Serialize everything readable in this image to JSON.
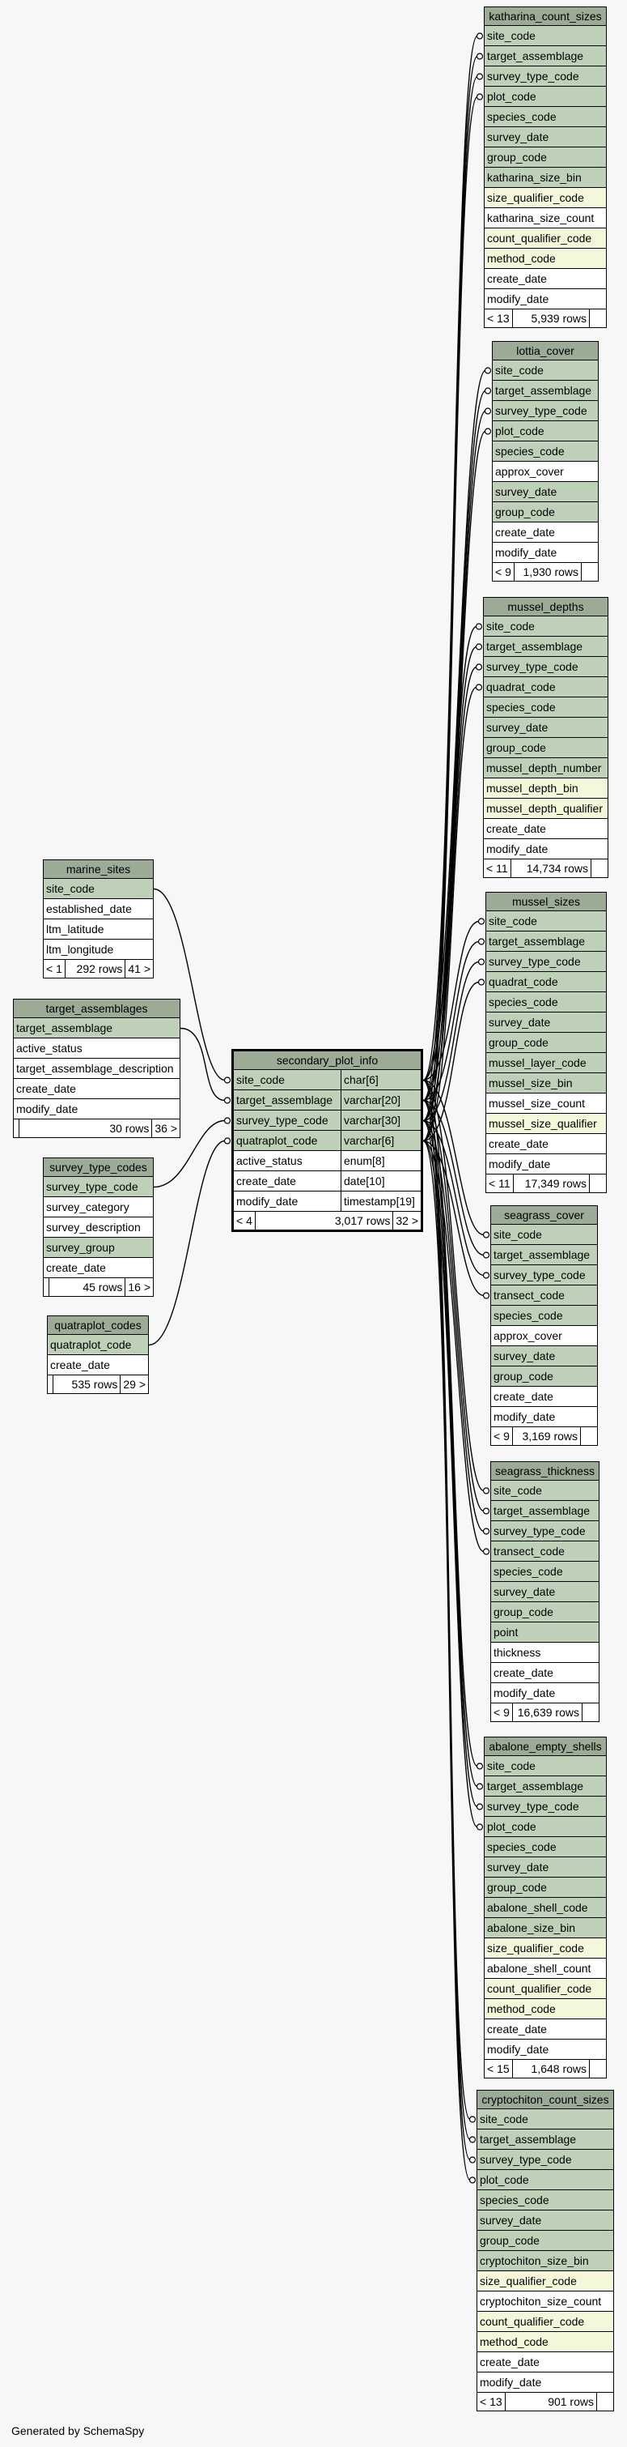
{
  "generated_by": "Generated by SchemaSpy",
  "tables": [
    {
      "id": "katharina_count_sizes",
      "title": "katharina_count_sizes",
      "columns": [
        {
          "name": "site_code",
          "kind": "pk"
        },
        {
          "name": "target_assemblage",
          "kind": "pk"
        },
        {
          "name": "survey_type_code",
          "kind": "pk"
        },
        {
          "name": "plot_code",
          "kind": "pk"
        },
        {
          "name": "species_code",
          "kind": "pk"
        },
        {
          "name": "survey_date",
          "kind": "pk"
        },
        {
          "name": "group_code",
          "kind": "pk"
        },
        {
          "name": "katharina_size_bin",
          "kind": "pk"
        },
        {
          "name": "size_qualifier_code",
          "kind": "ix"
        },
        {
          "name": "katharina_size_count",
          "kind": "plain"
        },
        {
          "name": "count_qualifier_code",
          "kind": "ix"
        },
        {
          "name": "method_code",
          "kind": "ix"
        },
        {
          "name": "create_date",
          "kind": "plain"
        },
        {
          "name": "modify_date",
          "kind": "plain"
        }
      ],
      "footer": {
        "parents": "< 13",
        "rows": "5,939 rows",
        "children": ""
      }
    },
    {
      "id": "lottia_cover",
      "title": "lottia_cover",
      "columns": [
        {
          "name": "site_code",
          "kind": "pk"
        },
        {
          "name": "target_assemblage",
          "kind": "pk"
        },
        {
          "name": "survey_type_code",
          "kind": "pk"
        },
        {
          "name": "plot_code",
          "kind": "pk"
        },
        {
          "name": "species_code",
          "kind": "pk"
        },
        {
          "name": "approx_cover",
          "kind": "plain"
        },
        {
          "name": "survey_date",
          "kind": "pk"
        },
        {
          "name": "group_code",
          "kind": "pk"
        },
        {
          "name": "create_date",
          "kind": "plain"
        },
        {
          "name": "modify_date",
          "kind": "plain"
        }
      ],
      "footer": {
        "parents": "< 9",
        "rows": "1,930 rows",
        "children": ""
      }
    },
    {
      "id": "mussel_depths",
      "title": "mussel_depths",
      "columns": [
        {
          "name": "site_code",
          "kind": "pk"
        },
        {
          "name": "target_assemblage",
          "kind": "pk"
        },
        {
          "name": "survey_type_code",
          "kind": "pk"
        },
        {
          "name": "quadrat_code",
          "kind": "pk"
        },
        {
          "name": "species_code",
          "kind": "pk"
        },
        {
          "name": "survey_date",
          "kind": "pk"
        },
        {
          "name": "group_code",
          "kind": "pk"
        },
        {
          "name": "mussel_depth_number",
          "kind": "pk"
        },
        {
          "name": "mussel_depth_bin",
          "kind": "ix"
        },
        {
          "name": "mussel_depth_qualifier",
          "kind": "ix"
        },
        {
          "name": "create_date",
          "kind": "plain"
        },
        {
          "name": "modify_date",
          "kind": "plain"
        }
      ],
      "footer": {
        "parents": "< 11",
        "rows": "14,734 rows",
        "children": ""
      }
    },
    {
      "id": "mussel_sizes",
      "title": "mussel_sizes",
      "columns": [
        {
          "name": "site_code",
          "kind": "pk"
        },
        {
          "name": "target_assemblage",
          "kind": "pk"
        },
        {
          "name": "survey_type_code",
          "kind": "pk"
        },
        {
          "name": "quadrat_code",
          "kind": "pk"
        },
        {
          "name": "species_code",
          "kind": "pk"
        },
        {
          "name": "survey_date",
          "kind": "pk"
        },
        {
          "name": "group_code",
          "kind": "pk"
        },
        {
          "name": "mussel_layer_code",
          "kind": "pk"
        },
        {
          "name": "mussel_size_bin",
          "kind": "pk"
        },
        {
          "name": "mussel_size_count",
          "kind": "plain"
        },
        {
          "name": "mussel_size_qualifier",
          "kind": "ix"
        },
        {
          "name": "create_date",
          "kind": "plain"
        },
        {
          "name": "modify_date",
          "kind": "plain"
        }
      ],
      "footer": {
        "parents": "< 11",
        "rows": "17,349 rows",
        "children": ""
      }
    },
    {
      "id": "seagrass_cover",
      "title": "seagrass_cover",
      "columns": [
        {
          "name": "site_code",
          "kind": "pk"
        },
        {
          "name": "target_assemblage",
          "kind": "pk"
        },
        {
          "name": "survey_type_code",
          "kind": "pk"
        },
        {
          "name": "transect_code",
          "kind": "pk"
        },
        {
          "name": "species_code",
          "kind": "pk"
        },
        {
          "name": "approx_cover",
          "kind": "plain"
        },
        {
          "name": "survey_date",
          "kind": "pk"
        },
        {
          "name": "group_code",
          "kind": "pk"
        },
        {
          "name": "create_date",
          "kind": "plain"
        },
        {
          "name": "modify_date",
          "kind": "plain"
        }
      ],
      "footer": {
        "parents": "< 9",
        "rows": "3,169 rows",
        "children": ""
      }
    },
    {
      "id": "seagrass_thickness",
      "title": "seagrass_thickness",
      "columns": [
        {
          "name": "site_code",
          "kind": "pk"
        },
        {
          "name": "target_assemblage",
          "kind": "pk"
        },
        {
          "name": "survey_type_code",
          "kind": "pk"
        },
        {
          "name": "transect_code",
          "kind": "pk"
        },
        {
          "name": "species_code",
          "kind": "pk"
        },
        {
          "name": "survey_date",
          "kind": "pk"
        },
        {
          "name": "group_code",
          "kind": "pk"
        },
        {
          "name": "point",
          "kind": "pk"
        },
        {
          "name": "thickness",
          "kind": "plain"
        },
        {
          "name": "create_date",
          "kind": "plain"
        },
        {
          "name": "modify_date",
          "kind": "plain"
        }
      ],
      "footer": {
        "parents": "< 9",
        "rows": "16,639 rows",
        "children": ""
      }
    },
    {
      "id": "abalone_empty_shells",
      "title": "abalone_empty_shells",
      "columns": [
        {
          "name": "site_code",
          "kind": "pk"
        },
        {
          "name": "target_assemblage",
          "kind": "pk"
        },
        {
          "name": "survey_type_code",
          "kind": "pk"
        },
        {
          "name": "plot_code",
          "kind": "pk"
        },
        {
          "name": "species_code",
          "kind": "pk"
        },
        {
          "name": "survey_date",
          "kind": "pk"
        },
        {
          "name": "group_code",
          "kind": "pk"
        },
        {
          "name": "abalone_shell_code",
          "kind": "pk"
        },
        {
          "name": "abalone_size_bin",
          "kind": "pk"
        },
        {
          "name": "size_qualifier_code",
          "kind": "ix"
        },
        {
          "name": "abalone_shell_count",
          "kind": "plain"
        },
        {
          "name": "count_qualifier_code",
          "kind": "ix"
        },
        {
          "name": "method_code",
          "kind": "ix"
        },
        {
          "name": "create_date",
          "kind": "plain"
        },
        {
          "name": "modify_date",
          "kind": "plain"
        }
      ],
      "footer": {
        "parents": "< 15",
        "rows": "1,648 rows",
        "children": ""
      }
    },
    {
      "id": "cryptochiton_count_sizes",
      "title": "cryptochiton_count_sizes",
      "columns": [
        {
          "name": "site_code",
          "kind": "pk"
        },
        {
          "name": "target_assemblage",
          "kind": "pk"
        },
        {
          "name": "survey_type_code",
          "kind": "pk"
        },
        {
          "name": "plot_code",
          "kind": "pk"
        },
        {
          "name": "species_code",
          "kind": "pk"
        },
        {
          "name": "survey_date",
          "kind": "pk"
        },
        {
          "name": "group_code",
          "kind": "pk"
        },
        {
          "name": "cryptochiton_size_bin",
          "kind": "pk"
        },
        {
          "name": "size_qualifier_code",
          "kind": "ix"
        },
        {
          "name": "cryptochiton_size_count",
          "kind": "plain"
        },
        {
          "name": "count_qualifier_code",
          "kind": "ix"
        },
        {
          "name": "method_code",
          "kind": "ix"
        },
        {
          "name": "create_date",
          "kind": "plain"
        },
        {
          "name": "modify_date",
          "kind": "plain"
        }
      ],
      "footer": {
        "parents": "< 13",
        "rows": "901 rows",
        "children": ""
      }
    },
    {
      "id": "marine_sites",
      "title": "marine_sites",
      "columns": [
        {
          "name": "site_code",
          "kind": "pk"
        },
        {
          "name": "established_date",
          "kind": "plain"
        },
        {
          "name": "ltm_latitude",
          "kind": "plain"
        },
        {
          "name": "ltm_longitude",
          "kind": "plain"
        }
      ],
      "footer": {
        "parents": "< 1",
        "rows": "292 rows",
        "children": "41 >"
      }
    },
    {
      "id": "target_assemblages",
      "title": "target_assemblages",
      "columns": [
        {
          "name": "target_assemblage",
          "kind": "pk"
        },
        {
          "name": "active_status",
          "kind": "plain"
        },
        {
          "name": "target_assemblage_description",
          "kind": "plain"
        },
        {
          "name": "create_date",
          "kind": "plain"
        },
        {
          "name": "modify_date",
          "kind": "plain"
        }
      ],
      "footer": {
        "parents": "",
        "rows": "30 rows",
        "children": "36 >"
      }
    },
    {
      "id": "survey_type_codes",
      "title": "survey_type_codes",
      "columns": [
        {
          "name": "survey_type_code",
          "kind": "pk"
        },
        {
          "name": "survey_category",
          "kind": "plain"
        },
        {
          "name": "survey_description",
          "kind": "plain"
        },
        {
          "name": "survey_group",
          "kind": "pk"
        },
        {
          "name": "create_date",
          "kind": "plain"
        }
      ],
      "footer": {
        "parents": "",
        "rows": "45 rows",
        "children": "16 >"
      }
    },
    {
      "id": "quatraplot_codes",
      "title": "quatraplot_codes",
      "columns": [
        {
          "name": "quatraplot_code",
          "kind": "pk"
        },
        {
          "name": "create_date",
          "kind": "plain"
        }
      ],
      "footer": {
        "parents": "",
        "rows": "535 rows",
        "children": "29 >"
      }
    },
    {
      "id": "secondary_plot_info",
      "title": "secondary_plot_info",
      "center": true,
      "columns": [
        {
          "name": "site_code",
          "type": "char[6]",
          "kind": "pk"
        },
        {
          "name": "target_assemblage",
          "type": "varchar[20]",
          "kind": "pk"
        },
        {
          "name": "survey_type_code",
          "type": "varchar[30]",
          "kind": "pk"
        },
        {
          "name": "quatraplot_code",
          "type": "varchar[6]",
          "kind": "pk"
        },
        {
          "name": "active_status",
          "type": "enum[8]",
          "kind": "plain"
        },
        {
          "name": "create_date",
          "type": "date[10]",
          "kind": "plain"
        },
        {
          "name": "modify_date",
          "type": "timestamp[19]",
          "kind": "plain"
        }
      ],
      "footer": {
        "parents": "< 4",
        "rows": "3,017 rows",
        "children": "32 >"
      }
    }
  ],
  "relationships": [
    {
      "from": "marine_sites",
      "from_col": 0,
      "to": "secondary_plot_info",
      "to_col": 0
    },
    {
      "from": "target_assemblages",
      "from_col": 0,
      "to": "secondary_plot_info",
      "to_col": 1
    },
    {
      "from": "survey_type_codes",
      "from_col": 0,
      "to": "secondary_plot_info",
      "to_col": 2
    },
    {
      "from": "quatraplot_codes",
      "from_col": 0,
      "to": "secondary_plot_info",
      "to_col": 3
    },
    {
      "from": "secondary_plot_info",
      "from_col": 0,
      "to": "katharina_count_sizes",
      "to_col": 0
    },
    {
      "from": "secondary_plot_info",
      "from_col": 1,
      "to": "katharina_count_sizes",
      "to_col": 1
    },
    {
      "from": "secondary_plot_info",
      "from_col": 2,
      "to": "katharina_count_sizes",
      "to_col": 2
    },
    {
      "from": "secondary_plot_info",
      "from_col": 3,
      "to": "katharina_count_sizes",
      "to_col": 3
    },
    {
      "from": "secondary_plot_info",
      "from_col": 0,
      "to": "lottia_cover",
      "to_col": 0
    },
    {
      "from": "secondary_plot_info",
      "from_col": 1,
      "to": "lottia_cover",
      "to_col": 1
    },
    {
      "from": "secondary_plot_info",
      "from_col": 2,
      "to": "lottia_cover",
      "to_col": 2
    },
    {
      "from": "secondary_plot_info",
      "from_col": 3,
      "to": "lottia_cover",
      "to_col": 3
    },
    {
      "from": "secondary_plot_info",
      "from_col": 0,
      "to": "mussel_depths",
      "to_col": 0
    },
    {
      "from": "secondary_plot_info",
      "from_col": 1,
      "to": "mussel_depths",
      "to_col": 1
    },
    {
      "from": "secondary_plot_info",
      "from_col": 2,
      "to": "mussel_depths",
      "to_col": 2
    },
    {
      "from": "secondary_plot_info",
      "from_col": 3,
      "to": "mussel_depths",
      "to_col": 3
    },
    {
      "from": "secondary_plot_info",
      "from_col": 0,
      "to": "mussel_sizes",
      "to_col": 0
    },
    {
      "from": "secondary_plot_info",
      "from_col": 1,
      "to": "mussel_sizes",
      "to_col": 1
    },
    {
      "from": "secondary_plot_info",
      "from_col": 2,
      "to": "mussel_sizes",
      "to_col": 2
    },
    {
      "from": "secondary_plot_info",
      "from_col": 3,
      "to": "mussel_sizes",
      "to_col": 3
    },
    {
      "from": "secondary_plot_info",
      "from_col": 0,
      "to": "seagrass_cover",
      "to_col": 0
    },
    {
      "from": "secondary_plot_info",
      "from_col": 1,
      "to": "seagrass_cover",
      "to_col": 1
    },
    {
      "from": "secondary_plot_info",
      "from_col": 2,
      "to": "seagrass_cover",
      "to_col": 2
    },
    {
      "from": "secondary_plot_info",
      "from_col": 3,
      "to": "seagrass_cover",
      "to_col": 3
    },
    {
      "from": "secondary_plot_info",
      "from_col": 0,
      "to": "seagrass_thickness",
      "to_col": 0
    },
    {
      "from": "secondary_plot_info",
      "from_col": 1,
      "to": "seagrass_thickness",
      "to_col": 1
    },
    {
      "from": "secondary_plot_info",
      "from_col": 2,
      "to": "seagrass_thickness",
      "to_col": 2
    },
    {
      "from": "secondary_plot_info",
      "from_col": 3,
      "to": "seagrass_thickness",
      "to_col": 3
    },
    {
      "from": "secondary_plot_info",
      "from_col": 0,
      "to": "abalone_empty_shells",
      "to_col": 0
    },
    {
      "from": "secondary_plot_info",
      "from_col": 1,
      "to": "abalone_empty_shells",
      "to_col": 1
    },
    {
      "from": "secondary_plot_info",
      "from_col": 2,
      "to": "abalone_empty_shells",
      "to_col": 2
    },
    {
      "from": "secondary_plot_info",
      "from_col": 3,
      "to": "abalone_empty_shells",
      "to_col": 3
    },
    {
      "from": "secondary_plot_info",
      "from_col": 0,
      "to": "cryptochiton_count_sizes",
      "to_col": 0
    },
    {
      "from": "secondary_plot_info",
      "from_col": 1,
      "to": "cryptochiton_count_sizes",
      "to_col": 1
    },
    {
      "from": "secondary_plot_info",
      "from_col": 2,
      "to": "cryptochiton_count_sizes",
      "to_col": 2
    },
    {
      "from": "secondary_plot_info",
      "from_col": 3,
      "to": "cryptochiton_count_sizes",
      "to_col": 3
    }
  ]
}
